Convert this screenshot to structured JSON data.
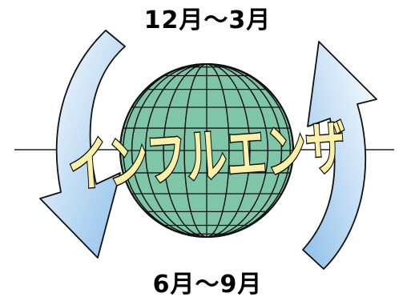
{
  "labels": {
    "top_period": "12月〜3月",
    "bottom_period": "6月〜9月",
    "center_title": "インフルエンザ"
  },
  "colors": {
    "globe_fill": "#7fc6a8",
    "globe_grid": "#111111",
    "arrow_fill_light": "#ffffff",
    "arrow_fill_dark": "#8ec0ea",
    "title_fill": "#fbf0a8",
    "title_stroke": "#111111"
  },
  "icons": {
    "globe": "globe-icon",
    "arrow_left": "curved-arrow-down-icon",
    "arrow_right": "curved-arrow-up-icon"
  }
}
